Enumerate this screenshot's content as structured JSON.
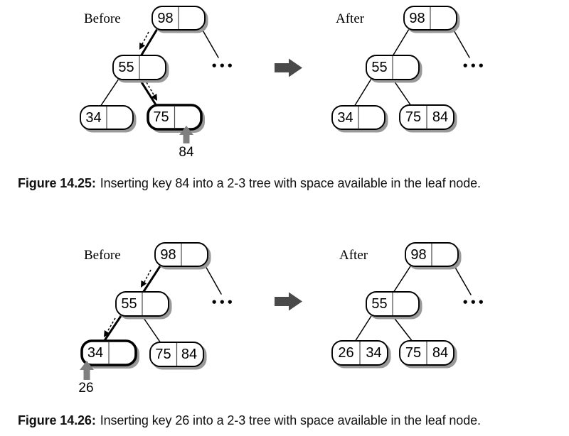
{
  "figures": [
    {
      "id": "figure-14-25",
      "caption": {
        "label": "Figure 14.25:",
        "text": "Inserting key 84 into a 2-3 tree with space available in the leaf node."
      },
      "before": {
        "label": "Before",
        "inserted_key": "84",
        "ellipsis": "•••",
        "nodes": {
          "root": {
            "k1": "98",
            "k2": ""
          },
          "internal": {
            "k1": "55",
            "k2": ""
          },
          "leaf_left": {
            "k1": "34",
            "k2": ""
          },
          "leaf_target": {
            "k1": "75",
            "k2": ""
          }
        }
      },
      "after": {
        "label": "After",
        "ellipsis": "•••",
        "nodes": {
          "root": {
            "k1": "98",
            "k2": ""
          },
          "internal": {
            "k1": "55",
            "k2": ""
          },
          "leaf_left": {
            "k1": "34",
            "k2": ""
          },
          "leaf_target": {
            "k1": "75",
            "k2": "84"
          }
        }
      }
    },
    {
      "id": "figure-14-26",
      "caption": {
        "label": "Figure 14.26:",
        "text": "Inserting key 26 into a 2-3 tree with space available in the leaf node."
      },
      "before": {
        "label": "Before",
        "inserted_key": "26",
        "ellipsis": "•••",
        "nodes": {
          "root": {
            "k1": "98",
            "k2": ""
          },
          "internal": {
            "k1": "55",
            "k2": ""
          },
          "leaf_target": {
            "k1": "34",
            "k2": ""
          },
          "leaf_right": {
            "k1": "75",
            "k2": "84"
          }
        }
      },
      "after": {
        "label": "After",
        "ellipsis": "•••",
        "nodes": {
          "root": {
            "k1": "98",
            "k2": ""
          },
          "internal": {
            "k1": "55",
            "k2": ""
          },
          "leaf_left": {
            "k1": "26",
            "k2": "34"
          },
          "leaf_right": {
            "k1": "75",
            "k2": "84"
          }
        }
      }
    }
  ],
  "colors": {
    "node_fill": "#ffffff",
    "node_stroke": "#000000",
    "node_shadow": "#999999",
    "insert_arrow": "#7f7f7f",
    "transition_arrow": "#4a4a4a"
  }
}
